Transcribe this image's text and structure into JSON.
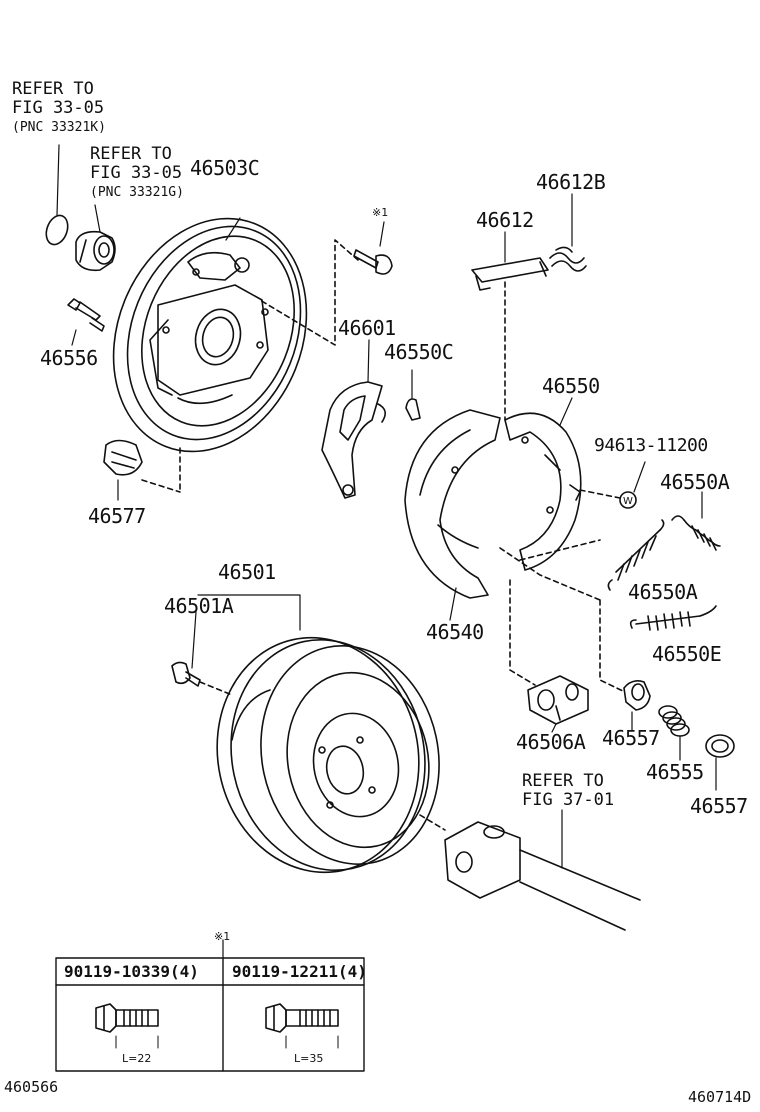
{
  "refs": {
    "ref1": {
      "line1": "REFER TO",
      "line2": "FIG 33-05",
      "line3": "(PNC 33321K)"
    },
    "ref2": {
      "line1": "REFER TO",
      "line2": "FIG 33-05",
      "line3": "(PNC 33321G)"
    },
    "ref3": {
      "line1": "REFER TO",
      "line2": "FIG 37-01"
    }
  },
  "parts": {
    "p46503C": "46503C",
    "p46556": "46556",
    "p46577": "46577",
    "mark1": "※1",
    "p46612": "46612",
    "p46612B": "46612B",
    "p46601": "46601",
    "p46550C": "46550C",
    "p46550": "46550",
    "p94613": "94613-11200",
    "p46550A_1": "46550A",
    "p46550A_2": "46550A",
    "p46550E": "46550E",
    "p46501": "46501",
    "p46501A": "46501A",
    "p46540": "46540",
    "p46506A": "46506A",
    "p46557_1": "46557",
    "p46555": "46555",
    "p46557_2": "46557"
  },
  "table": {
    "mark": "※1",
    "col1": {
      "header": "90119-10339(4)",
      "length": "L=22"
    },
    "col2": {
      "header": "90119-12211(4)",
      "length": "L=35"
    }
  },
  "footer": {
    "left_code": "460566",
    "right_code": "460714D"
  },
  "symbols": {
    "washer_marker": "W"
  }
}
